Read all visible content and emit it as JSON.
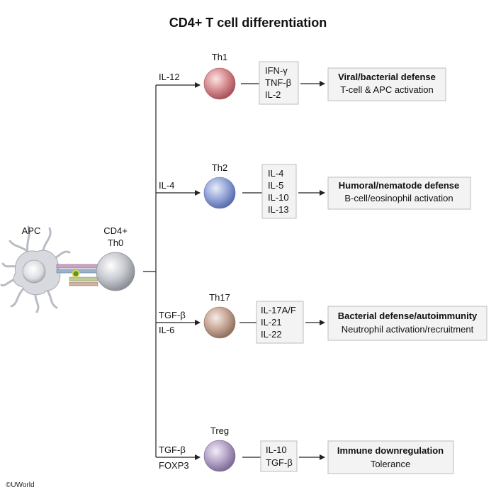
{
  "title": "CD4+ T cell differentiation",
  "apc_label": "APC",
  "th0_label": [
    "CD4+",
    "Th0"
  ],
  "colors": {
    "th1": "#c56a6f",
    "th2": "#6d82c2",
    "th17": "#b08a78",
    "treg": "#9a86b0",
    "th0": "#a9abb2",
    "box_fill": "#f3f3f3",
    "box_stroke": "#bdbdbd"
  },
  "branches": [
    {
      "id": "th1",
      "inducers": [
        "IL-12"
      ],
      "cell": "Th1",
      "cytokines": [
        "IFN-γ",
        "TNF-β",
        "IL-2"
      ],
      "function_title": "Viral/bacterial defense",
      "function_detail": "T-cell & APC activation"
    },
    {
      "id": "th2",
      "inducers": [
        "IL-4"
      ],
      "cell": "Th2",
      "cytokines": [
        "IL-4",
        "IL-5",
        "IL-10",
        "IL-13"
      ],
      "function_title": "Humoral/nematode defense",
      "function_detail": "B-cell/eosinophil activation"
    },
    {
      "id": "th17",
      "inducers": [
        "TGF-β",
        "IL-6"
      ],
      "cell": "Th17",
      "cytokines": [
        "IL-17A/F",
        "IL-21",
        "IL-22"
      ],
      "function_title": "Bacterial defense/autoimmunity",
      "function_detail": "Neutrophil activation/recruitment"
    },
    {
      "id": "treg",
      "inducers": [
        "TGF-β",
        "FOXP3"
      ],
      "cell": "Treg",
      "cytokines": [
        "IL-10",
        "TGF-β"
      ],
      "function_title": "Immune downregulation",
      "function_detail": "Tolerance"
    }
  ],
  "copyright": "©UWorld"
}
